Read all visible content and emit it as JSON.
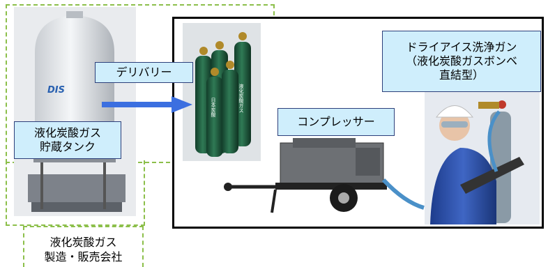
{
  "tank_photo": {
    "logo": "DIS"
  },
  "cylinders_photo": {
    "cylinder_text_1": "日本炭酸",
    "cylinder_text_2": "液化炭酸ガス"
  },
  "labels": {
    "tank": [
      "液化炭酸ガス",
      "貯蔵タンク"
    ],
    "delivery": "デリバリー",
    "compressor": "コンプレッサー",
    "gun": [
      "ドライアイス洗浄ガン",
      "（液化炭酸ガスボンベ",
      "直結型）"
    ],
    "company": [
      "液化炭酸ガス",
      "製造・販売会社"
    ]
  },
  "colors": {
    "label_fill": "#cfeefc",
    "label_border": "#2c3f7a",
    "dashed_outline": "#8cbf4a",
    "arrow": "#3b6fe0"
  }
}
